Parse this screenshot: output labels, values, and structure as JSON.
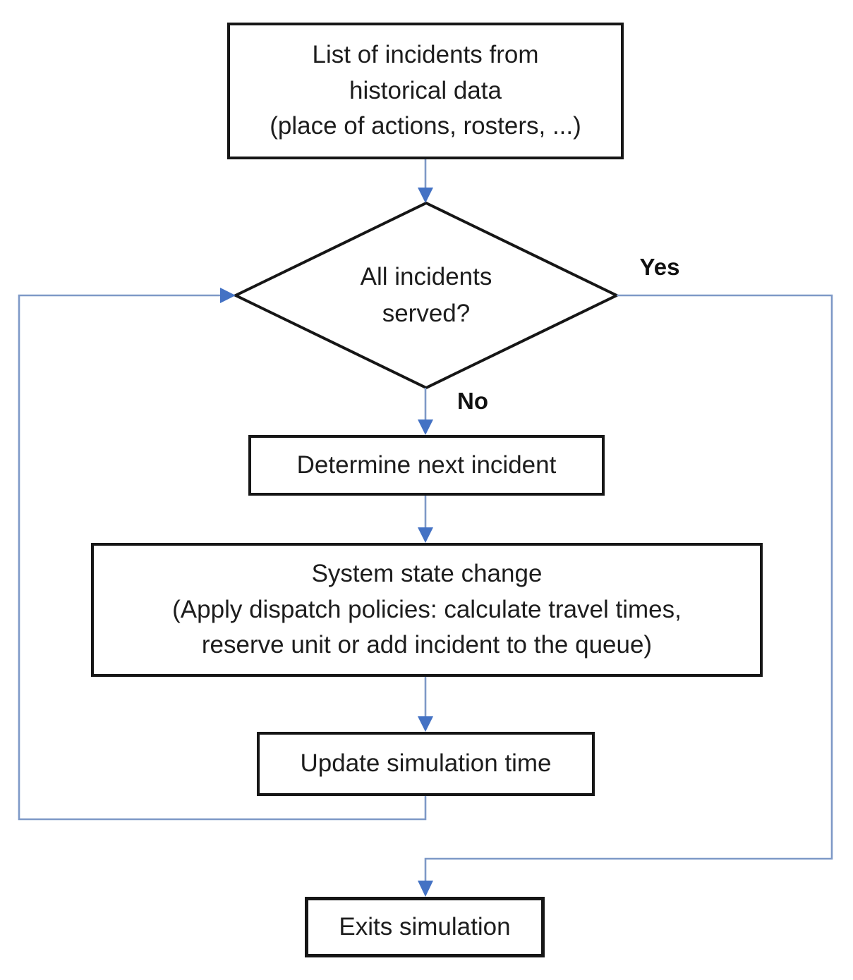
{
  "colors": {
    "connector": "#7e99c7",
    "arrowhead": "#4472c4",
    "node_border": "#161616",
    "node_fill": "#ffffff",
    "text": "#1d1d1d",
    "background": "#ffffff"
  },
  "flowchart": {
    "nodes": {
      "start": "List of incidents from\nhistorical data\n(place of actions, rosters, ...)",
      "decision": "All incidents\nserved?",
      "determine": "Determine next incident",
      "system_state": "System state change\n(Apply dispatch policies: calculate travel times,\nreserve unit or add incident to the queue)",
      "update_time": "Update simulation time",
      "exit": "Exits simulation"
    },
    "branch_labels": {
      "yes": "Yes",
      "no": "No"
    }
  }
}
